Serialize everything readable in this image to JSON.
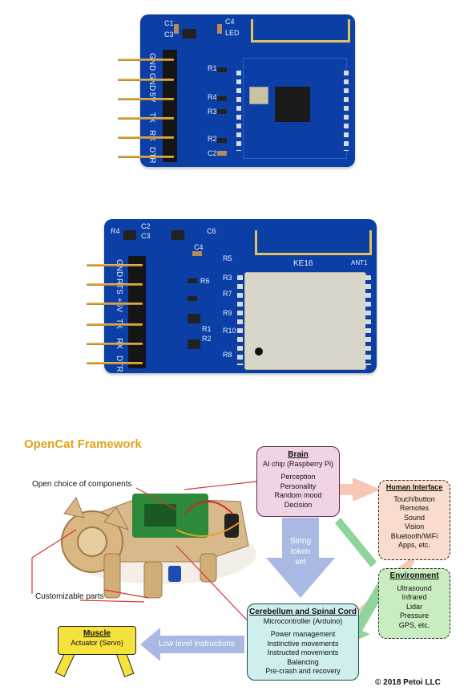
{
  "board_top": {
    "pin_labels": [
      "GND",
      "GND",
      "5V",
      "TX",
      "RX",
      "DTR"
    ],
    "silk": [
      "C1",
      "C3",
      "C4",
      "LED",
      "R1",
      "R4",
      "R3",
      "R2",
      "C2"
    ]
  },
  "board_bottom": {
    "pin_labels": [
      "GND",
      "RTS",
      "+5V",
      "TX",
      "RX",
      "DTR"
    ],
    "silk": [
      "R4",
      "C2",
      "C3",
      "C6",
      "C4",
      "R5",
      "R6",
      "R7",
      "R9",
      "R10",
      "R8",
      "R1",
      "R2",
      "R3",
      "KE16",
      "ANT1"
    ]
  },
  "diagram": {
    "title": "OpenCat Framework",
    "callouts": {
      "components": "Open choice of components",
      "parts": "Customizable parts"
    },
    "brain": {
      "heading": "Brain",
      "lines": [
        "AI chip (Raspberry Pi)",
        "",
        "Perception",
        "Personality",
        "Random mood",
        "Decision"
      ]
    },
    "human_interface": {
      "heading": "Human Interface",
      "lines": [
        "Touch/button",
        "Remotes",
        "Sound",
        "Vision",
        "Bluetooth/WiFi",
        "Apps, etc."
      ]
    },
    "environment": {
      "heading": "Environment",
      "lines": [
        "Ultrasound",
        "Infrared",
        "Lidar",
        "Pressure",
        "GPS, etc."
      ]
    },
    "cerebellum": {
      "heading": "Cerebellum and Spinal Cord",
      "lines": [
        "Microcontroller (Arduino)",
        "",
        "Power management",
        "Instinctive movements",
        "Instructed movements",
        "Balancing",
        "Pre-crash and recovery"
      ]
    },
    "muscle": {
      "heading": "Muscle",
      "lines": [
        "Actuator (Servo)"
      ]
    },
    "string_token": "String\ntoken\nset",
    "low_level": "Low level instructions",
    "copyright": "© 2018 Petoi LLC"
  },
  "colors": {
    "pcb": "#0b3fa6",
    "title": "#e0a21a",
    "brain_fill": "#f1d3e6",
    "human_fill": "#f9dccd",
    "env_fill": "#c9edc0",
    "cereb_fill": "#cfeeee",
    "muscle_fill": "#f5e23c",
    "arrow_blue": "#a9b9e3"
  }
}
